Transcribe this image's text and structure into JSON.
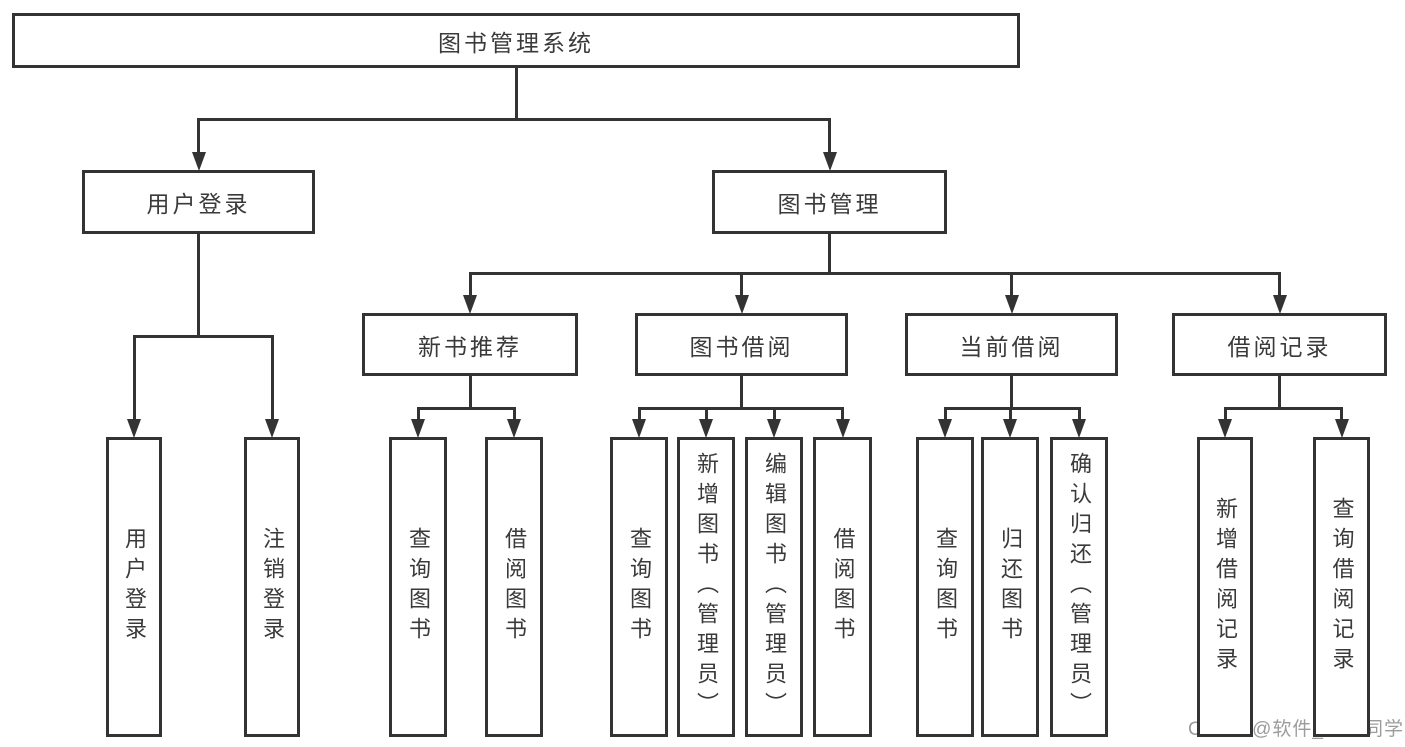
{
  "diagram": {
    "type": "tree",
    "title": "图书管理系统",
    "colors": {
      "line": "#333333",
      "text": "#3a3a3a",
      "box_background": "#ffffff",
      "watermark": "#9c9c9c"
    },
    "nodes": [
      {
        "id": "root",
        "label": "图书管理系统",
        "parent": null
      },
      {
        "id": "user-login",
        "label": "用户登录",
        "parent": "root"
      },
      {
        "id": "book-mgmt",
        "label": "图书管理",
        "parent": "root"
      },
      {
        "id": "leaf-user-login",
        "label": "用户登录",
        "parent": "user-login"
      },
      {
        "id": "leaf-logout",
        "label": "注销登录",
        "parent": "user-login"
      },
      {
        "id": "new-book-rec",
        "label": "新书推荐",
        "parent": "book-mgmt"
      },
      {
        "id": "book-borrow",
        "label": "图书借阅",
        "parent": "book-mgmt"
      },
      {
        "id": "current-borrow",
        "label": "当前借阅",
        "parent": "book-mgmt"
      },
      {
        "id": "borrow-records",
        "label": "借阅记录",
        "parent": "book-mgmt"
      },
      {
        "id": "leaf-nbr-query",
        "label": "查询图书",
        "parent": "new-book-rec"
      },
      {
        "id": "leaf-nbr-borrow",
        "label": "借阅图书",
        "parent": "new-book-rec"
      },
      {
        "id": "leaf-bb-query",
        "label": "查询图书",
        "parent": "book-borrow"
      },
      {
        "id": "leaf-bb-add",
        "label": "新增图书（管理员）",
        "parent": "book-borrow"
      },
      {
        "id": "leaf-bb-edit",
        "label": "编辑图书（管理员）",
        "parent": "book-borrow"
      },
      {
        "id": "leaf-bb-borrow",
        "label": "借阅图书",
        "parent": "book-borrow"
      },
      {
        "id": "leaf-cb-query",
        "label": "查询图书",
        "parent": "current-borrow"
      },
      {
        "id": "leaf-cb-return",
        "label": "归还图书",
        "parent": "current-borrow"
      },
      {
        "id": "leaf-cb-confirm",
        "label": "确认归还（管理员）",
        "parent": "current-borrow"
      },
      {
        "id": "leaf-br-add",
        "label": "新增借阅记录",
        "parent": "borrow-records"
      },
      {
        "id": "leaf-br-query",
        "label": "查询借阅记录",
        "parent": "borrow-records"
      }
    ],
    "watermark": "CSDN @软件_小贺同学"
  }
}
